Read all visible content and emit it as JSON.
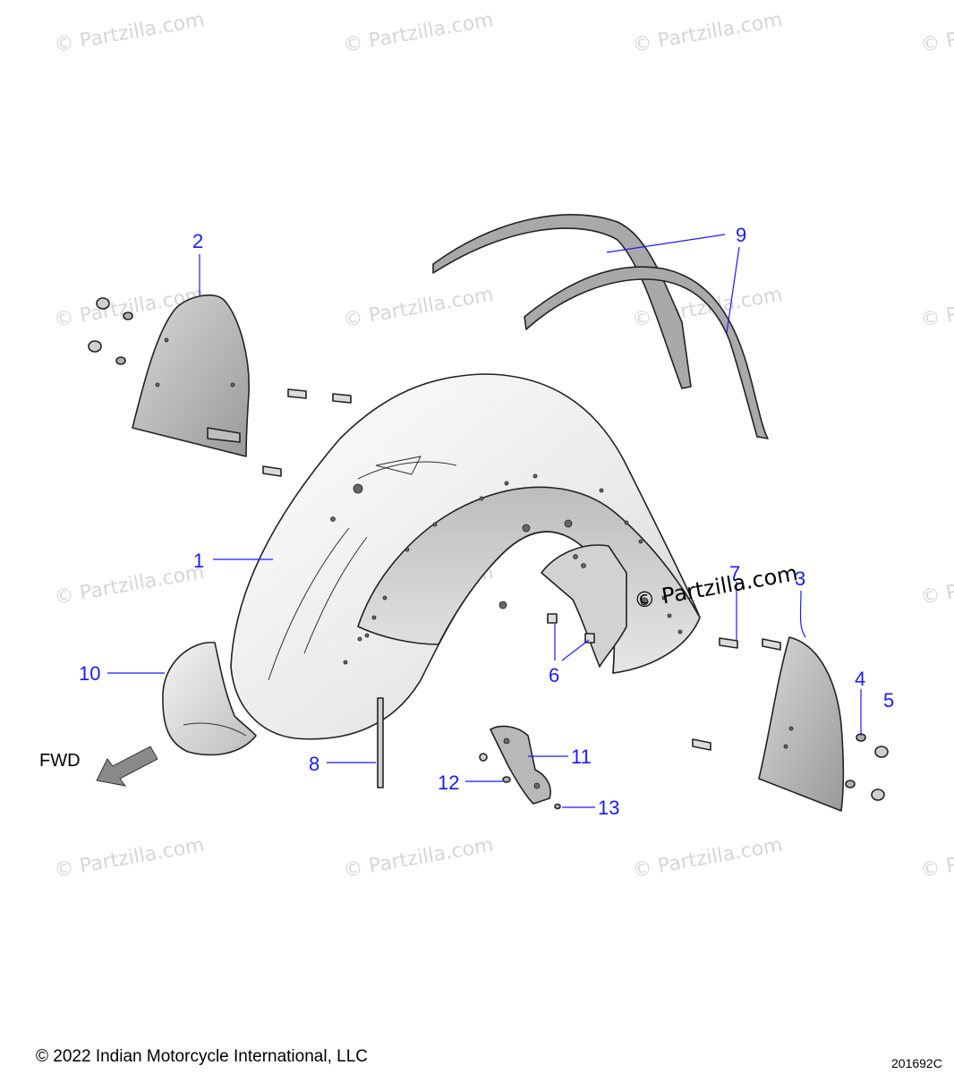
{
  "watermark": {
    "text": "© Partzilla.com",
    "center_text": "© Partzilla.com"
  },
  "callouts": {
    "c1": "1",
    "c2": "2",
    "c3": "3",
    "c4": "4",
    "c5": "5",
    "c6": "6",
    "c7": "7",
    "c8": "8",
    "c9": "9",
    "c10": "10",
    "c11": "11",
    "c12": "12",
    "c13": "13"
  },
  "direction": {
    "label": "FWD"
  },
  "footer": {
    "copyright": "© 2022 Indian Motorcycle International, LLC",
    "diagram_code": "201692C"
  },
  "colors": {
    "callout": "#1a1aff",
    "watermark": "#d6d6d6"
  }
}
